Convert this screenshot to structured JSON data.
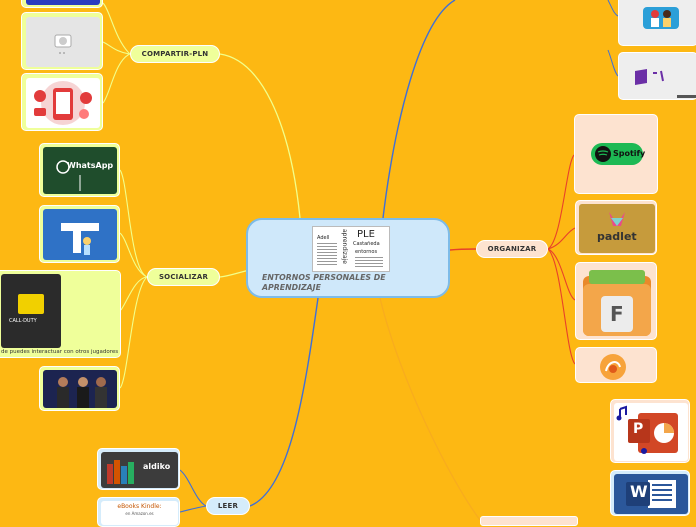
{
  "central": {
    "title": "ENTORNOS PERSONALES DE APRENDIZAJE",
    "image_words": [
      "PLE",
      "aprendizaje",
      "Adell",
      "Castañeda",
      "entornos"
    ]
  },
  "branches": {
    "compartir": "COMPARTIR-PLN",
    "socializar": "SOCIALIZAR",
    "organizar": "ORGANIZAR",
    "leer": "LEER"
  },
  "tiles": {
    "whatsapp": "WhatsApp",
    "padlet": "padlet",
    "spotify": "Spotify",
    "folder_letter": "F",
    "callofduty": "CALL·DUTY",
    "callofduty_caption": "de puedes interactuar con otros jugadores",
    "aldiko": "aldiko",
    "ebooks_title": "eBooks Kindle:",
    "ebooks_sub": "en Amazon.es",
    "word_letter": "W",
    "ppt_letter": "P"
  },
  "colors": {
    "background": "#fdb813",
    "link_blue": "#3f6fd8",
    "link_yellow": "#f2ff8a",
    "link_red": "#e8412a",
    "link_orange": "#f5a623"
  }
}
